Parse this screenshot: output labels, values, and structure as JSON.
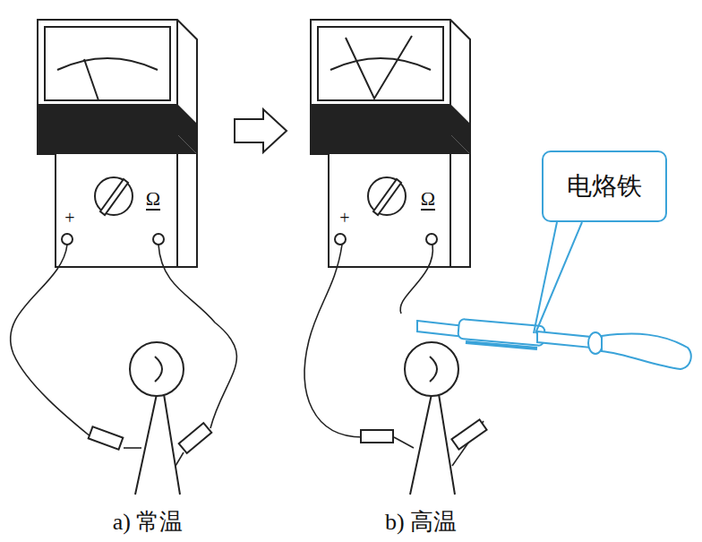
{
  "diagram": {
    "nodes": [
      {
        "text": [
          "电烙铁"
        ]
      }
    ],
    "labels": [
      "+",
      "Ω",
      "+",
      "Ω",
      "a) 常温",
      "b) 高温"
    ]
  }
}
